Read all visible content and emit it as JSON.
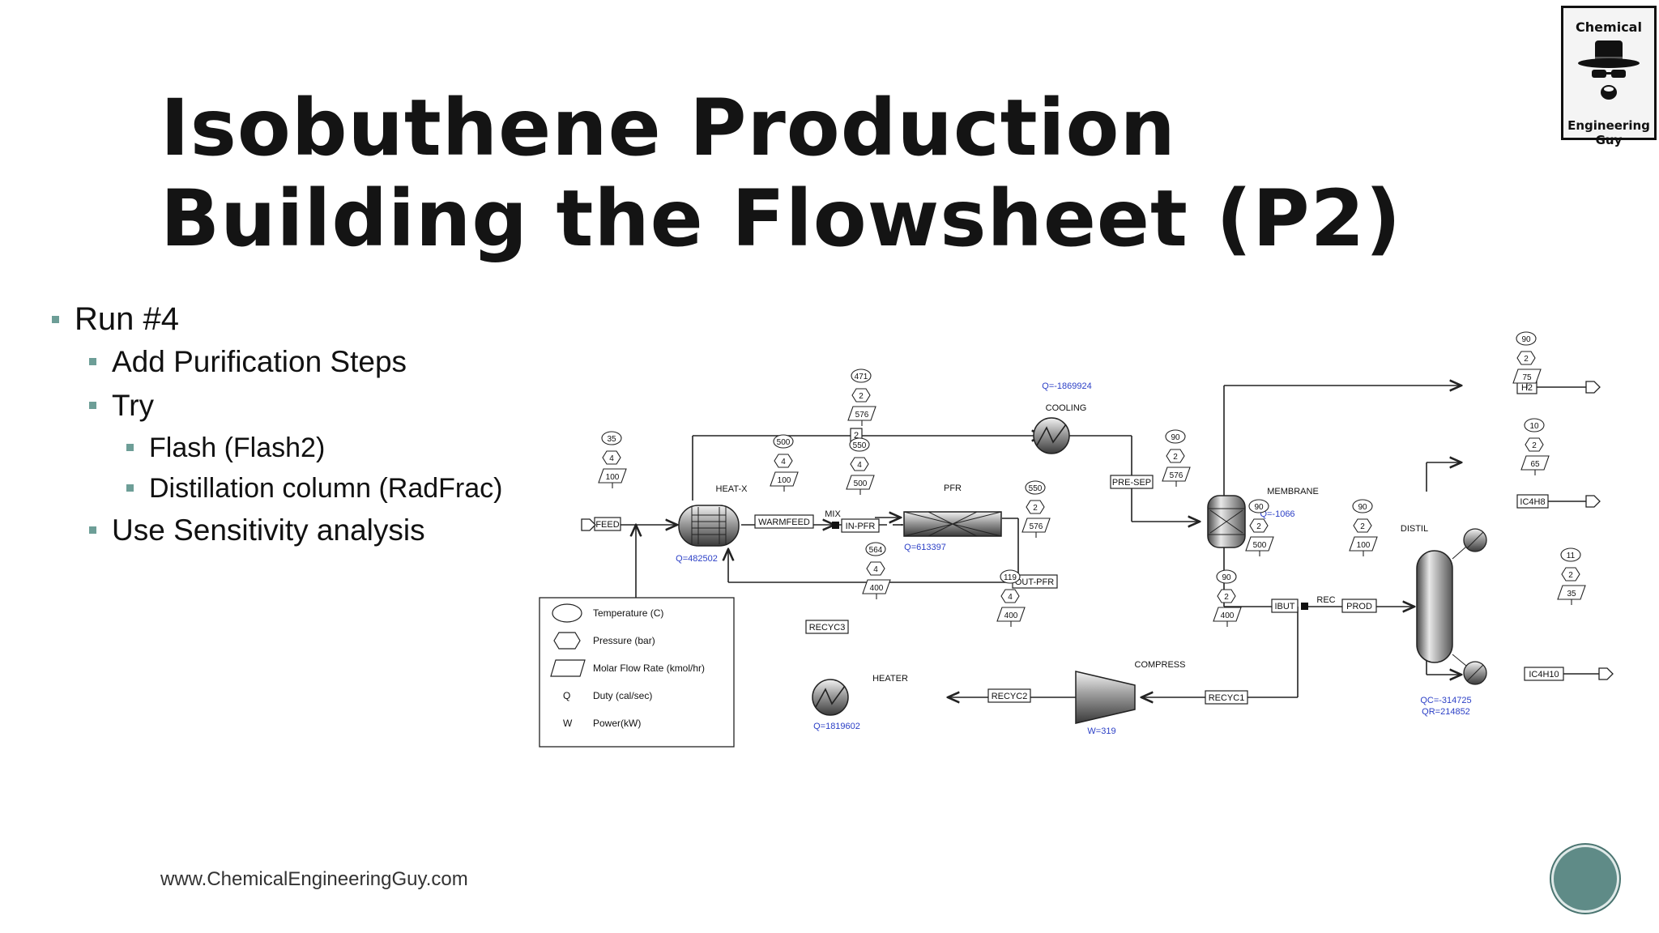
{
  "slide": {
    "title_line1": "Isobuthene Production",
    "title_line2": "Building the Flowsheet (P2)",
    "bullets": {
      "run": "Run #4",
      "purification": "Add Purification Steps",
      "try": "Try",
      "flash": "Flash (Flash2)",
      "distillation": "Distillation column (RadFrac)",
      "sensitivity": "Use Sensitivity analysis"
    },
    "footer_url": "www.ChemicalEngineeringGuy.com",
    "logo_top": "Chemical",
    "logo_bottom": "Engineering Guy"
  },
  "colors": {
    "accent": "#6d9e97",
    "duty_text": "#2b3fc6",
    "line": "#222222"
  },
  "flowsheet": {
    "blocks": {
      "heatx": "HEAT-X",
      "pfr": "PFR",
      "mix": "MIX",
      "cooling": "COOLING",
      "membrane": "MEMBRANE",
      "distil": "DISTIL",
      "heater": "HEATER",
      "compress": "COMPRESS",
      "rec": "REC"
    },
    "streams": {
      "feed": "FEED",
      "warmfeed": "WARMFEED",
      "inpfr": "IN-PFR",
      "outpfr": "OUT-PFR",
      "presep": "PRE-SEP",
      "h2": "H2",
      "ic4h8": "IC4H8",
      "ibut": "IBUT",
      "prod": "PROD",
      "ic4h10": "IC4H10",
      "recyc1": "RECYC1",
      "recyc2": "RECYC2",
      "recyc3": "RECYC3",
      "s2": "2"
    },
    "duties": {
      "heatx": "Q=482502",
      "pfr": "Q=613397",
      "cooling": "Q=-1869924",
      "membrane": "Q=-1066",
      "heater": "Q=1819602",
      "compress": "W=319",
      "distil_qc": "QC=-314725",
      "distil_qr": "QR=214852"
    },
    "tags": {
      "feed": [
        "35",
        "4",
        "100"
      ],
      "top": [
        "471",
        "2",
        "576"
      ],
      "warmfeed": [
        "500",
        "4",
        "100"
      ],
      "inpfr": [
        "550",
        "4",
        "500"
      ],
      "outpfr": [
        "550",
        "2",
        "576"
      ],
      "presep": [
        "90",
        "2",
        "576"
      ],
      "h2": [
        "90",
        "2",
        "75"
      ],
      "ic4h8": [
        "10",
        "2",
        "65"
      ],
      "ibut": [
        "90",
        "2",
        "500"
      ],
      "prod": [
        "90",
        "2",
        "100"
      ],
      "ic4h10": [
        "11",
        "2",
        "35"
      ],
      "recyc1": [
        "90",
        "2",
        "400"
      ],
      "recyc2": [
        "119",
        "4",
        "400"
      ],
      "recyc3": [
        "564",
        "4",
        "400"
      ]
    },
    "legend": {
      "temperature": "Temperature (C)",
      "pressure": "Pressure (bar)",
      "flow": "Molar Flow Rate (kmol/hr)",
      "q_symbol": "Q",
      "duty": "Duty (cal/sec)",
      "w_symbol": "W",
      "power": "Power(kW)"
    }
  }
}
